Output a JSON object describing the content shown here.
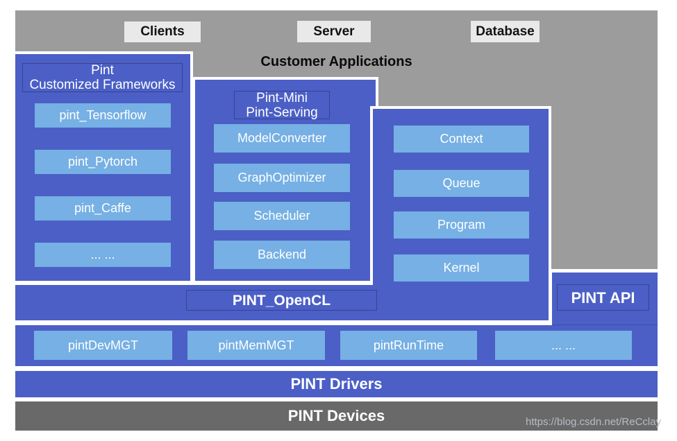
{
  "diagram": {
    "colors": {
      "panel_blue": "#4b5fc6",
      "light_blue": "#76b0e4",
      "backdrop_gray": "#9c9c9c",
      "devices_gray": "#696969",
      "top_label_bg": "#e9e9e9"
    },
    "top_labels": {
      "clients": "Clients",
      "server": "Server",
      "database": "Database"
    },
    "caption": "Customer Applications",
    "frameworks": {
      "title_line1": "Pint",
      "title_line2": "Customized Frameworks",
      "items": [
        "pint_Tensorflow",
        "pint_Pytorch",
        "pint_Caffe",
        "... ..."
      ]
    },
    "pint_mini": {
      "title_line1": "Pint-Mini",
      "title_line2": "Pint-Serving",
      "items": [
        "ModelConverter",
        "GraphOptimizer",
        "Scheduler",
        "Backend"
      ]
    },
    "opencl_objects": {
      "items": [
        "Context",
        "Queue",
        "Program",
        "Kernel"
      ]
    },
    "opencl_bar_label": "PINT_OpenCL",
    "api_label": "PINT API",
    "driver_components": [
      "pintDevMGT",
      "pintMemMGT",
      "pintRunTime",
      "... ..."
    ],
    "drivers_label": "PINT Drivers",
    "devices_label": "PINT Devices",
    "watermark": "https://blog.csdn.net/ReCclay"
  }
}
